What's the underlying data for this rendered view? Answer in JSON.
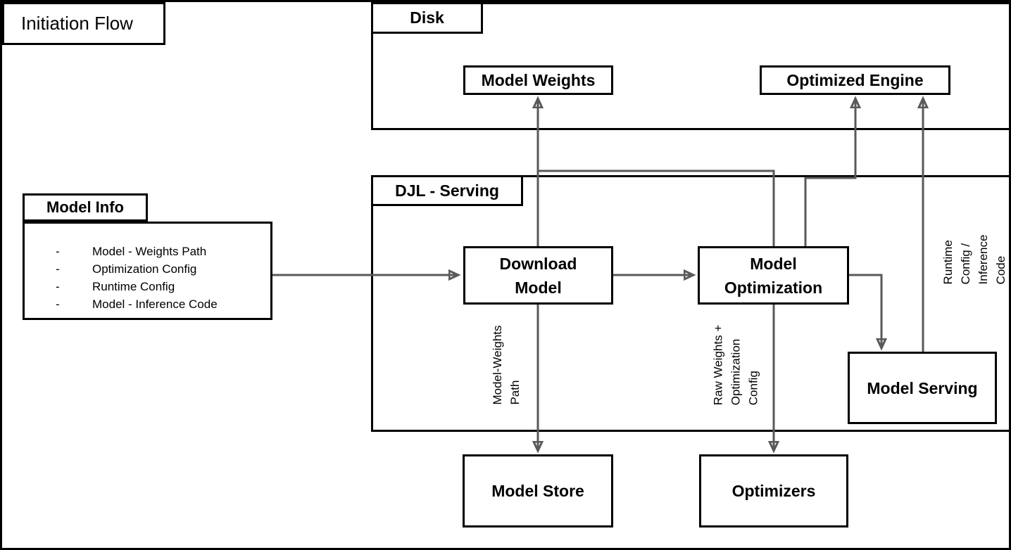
{
  "diagram": {
    "title": "Initiation Flow",
    "containers": {
      "disk": {
        "label": "Disk"
      },
      "djl": {
        "label": "DJL - Serving"
      }
    },
    "nodes": {
      "model_weights": {
        "label": "Model Weights"
      },
      "optimized_engine": {
        "label": "Optimized Engine"
      },
      "download_model": {
        "label": "Download\nModel"
      },
      "model_optimization": {
        "label": "Model\nOptimization"
      },
      "model_serving": {
        "label": "Model Serving"
      },
      "model_store": {
        "label": "Model Store"
      },
      "optimizers": {
        "label": "Optimizers"
      }
    },
    "model_info": {
      "label": "Model Info",
      "bullet": "-",
      "items": [
        "Model - Weights Path",
        "Optimization Config",
        "Runtime Config",
        "Model - Inference Code"
      ]
    },
    "edge_labels": {
      "model_weights_path": "Model-Weights\nPath",
      "raw_weights": "Raw Weights +\nOptimization\nConfig",
      "runtime_config": "Runtime Config /\nInference Code"
    },
    "colors": {
      "line": "#595959",
      "border": "#000000",
      "background": "#ffffff"
    }
  }
}
